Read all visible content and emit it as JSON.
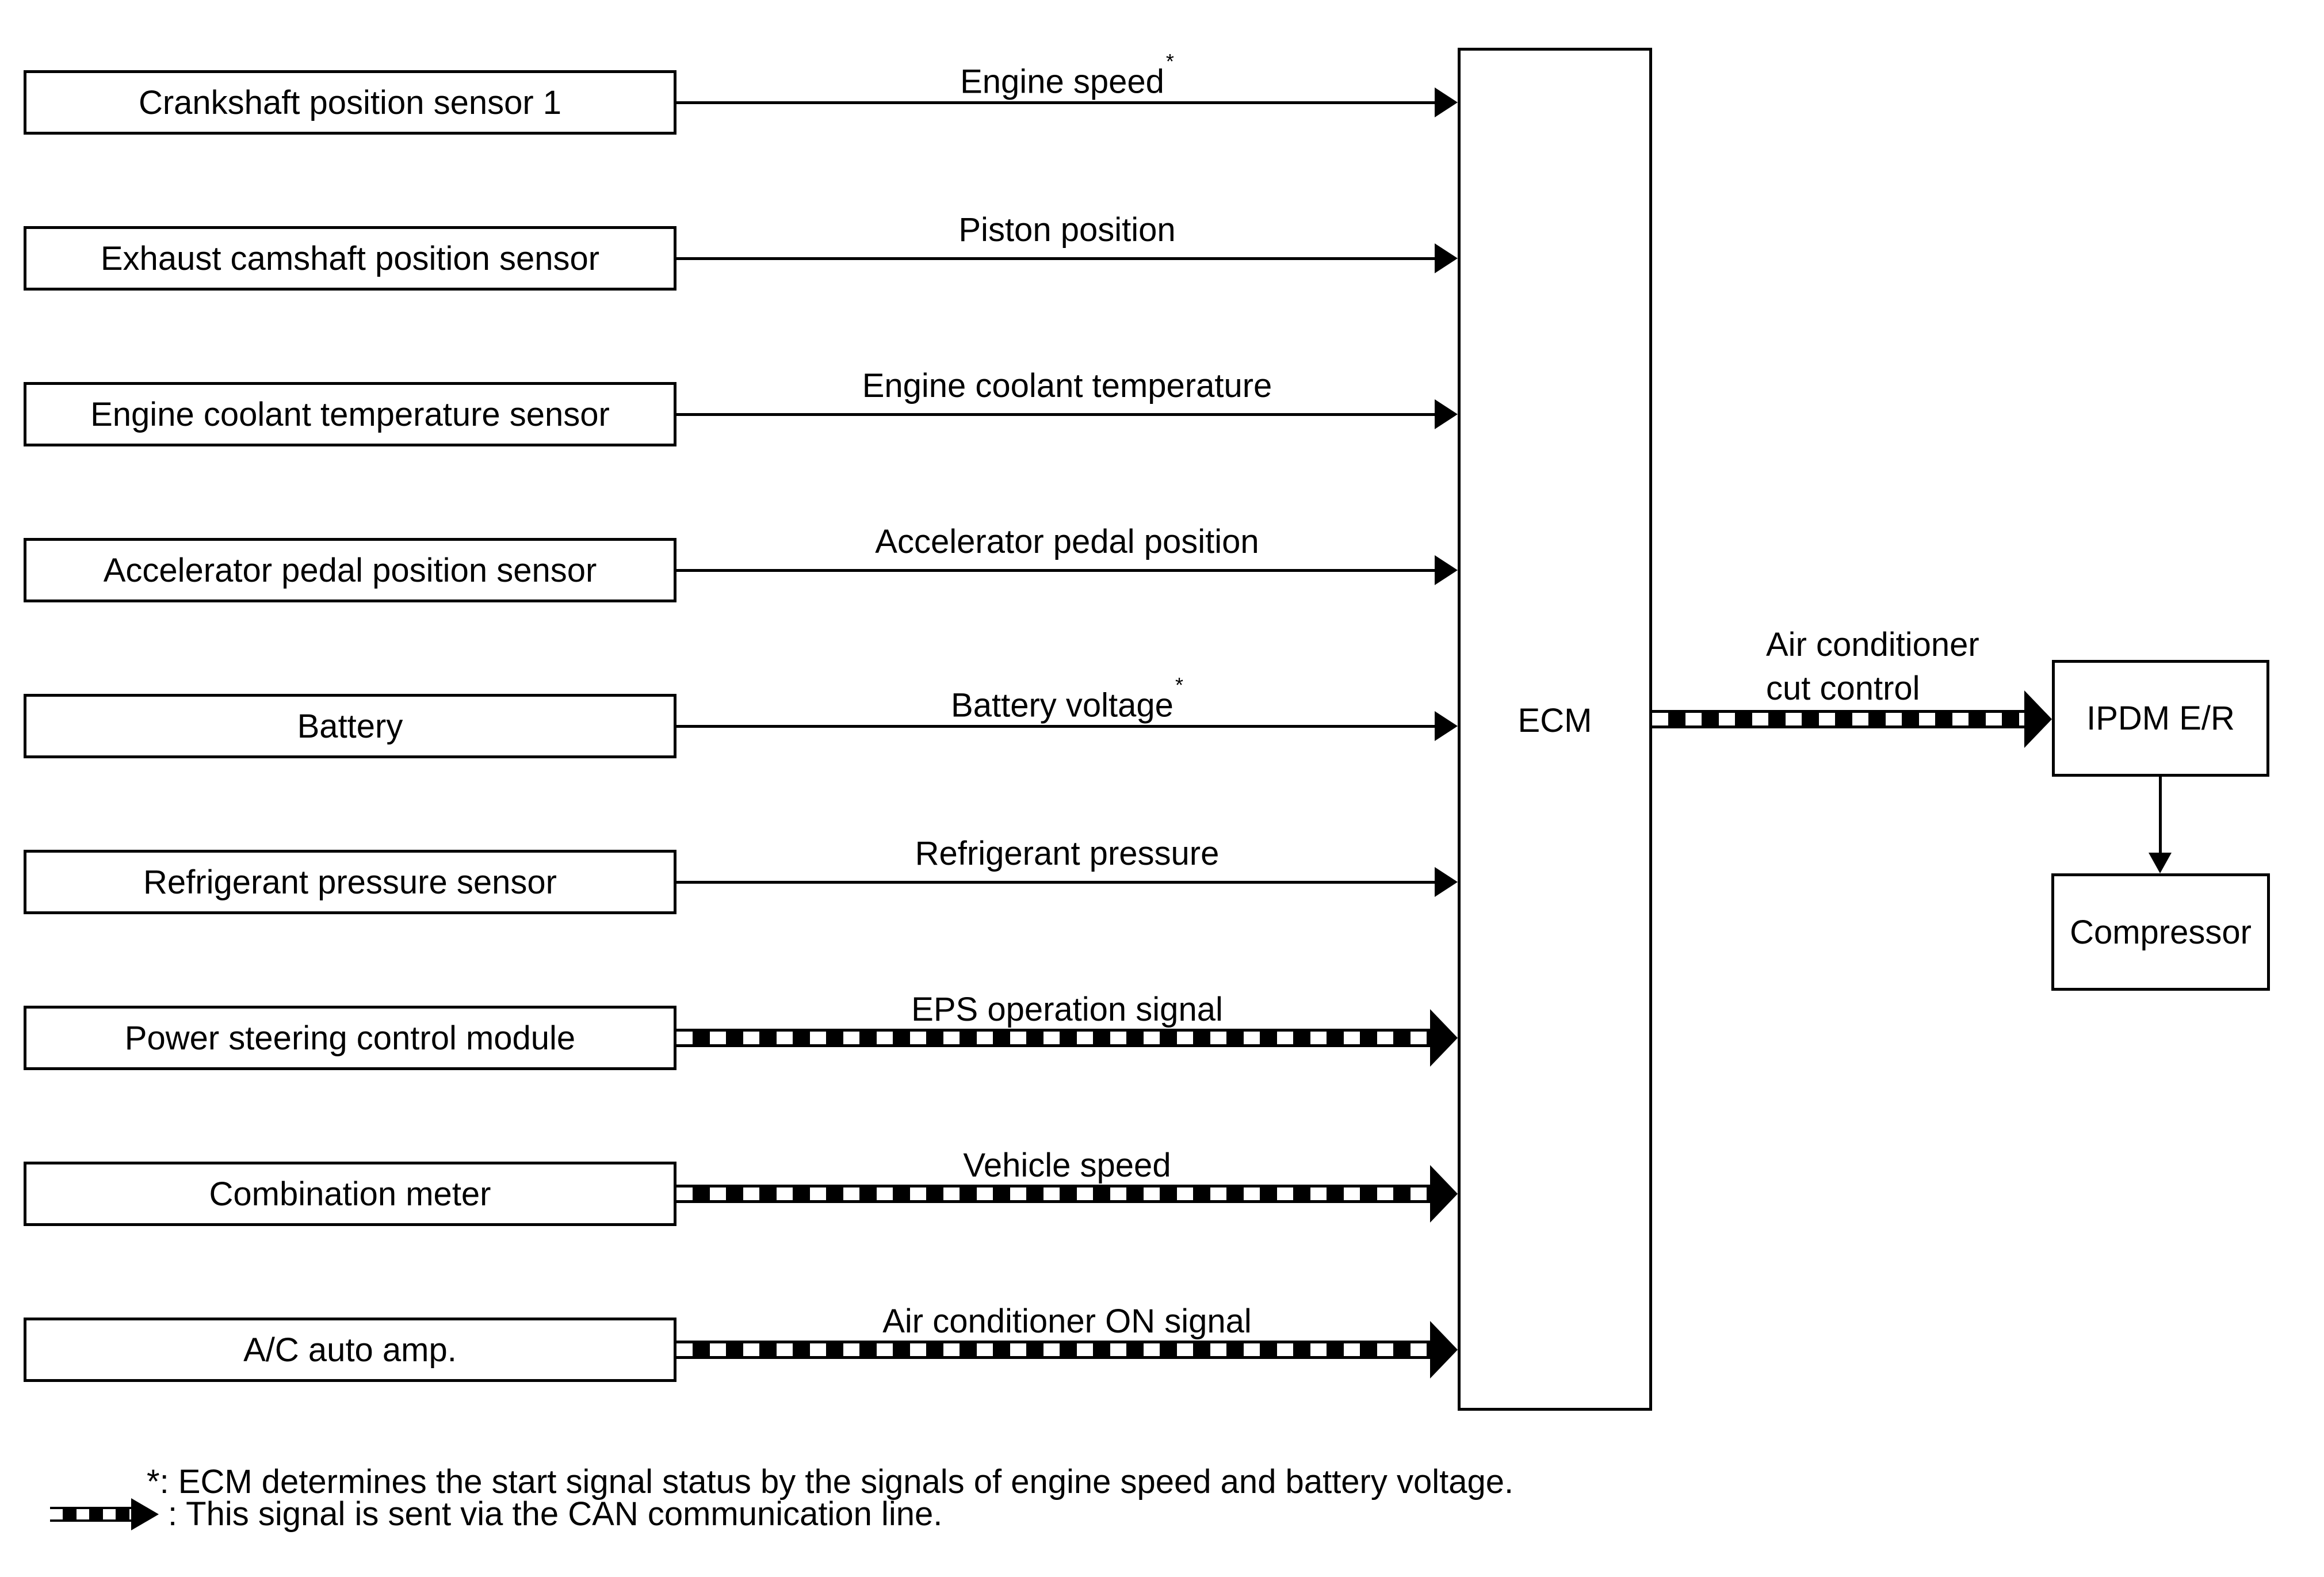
{
  "colors": {
    "ink": "#000000",
    "paper": "#ffffff"
  },
  "diagram": {
    "nodes": {
      "ecm": "ECM",
      "ipdm": "IPDM E/R",
      "compressor": "Compressor"
    },
    "rows": [
      {
        "source": "Crankshaft position sensor 1",
        "signal": "Engine speed",
        "sup": "*",
        "can": false
      },
      {
        "source": "Exhaust camshaft position sensor",
        "signal": "Piston position",
        "sup": "",
        "can": false
      },
      {
        "source": "Engine coolant temperature sensor",
        "signal": "Engine coolant temperature",
        "sup": "",
        "can": false
      },
      {
        "source": "Accelerator pedal position sensor",
        "signal": "Accelerator pedal position",
        "sup": "",
        "can": false
      },
      {
        "source": "Battery",
        "signal": "Battery voltage",
        "sup": "*",
        "can": false
      },
      {
        "source": "Refrigerant pressure sensor",
        "signal": "Refrigerant pressure",
        "sup": "",
        "can": false
      },
      {
        "source": "Power steering control module",
        "signal": "EPS operation signal",
        "sup": "",
        "can": true
      },
      {
        "source": "Combination meter",
        "signal": "Vehicle speed",
        "sup": "",
        "can": true
      },
      {
        "source": "A/C auto amp.",
        "signal": "Air conditioner ON signal",
        "sup": "",
        "can": true
      }
    ],
    "output": {
      "label_line1": "Air conditioner",
      "label_line2": "cut control"
    },
    "notes": {
      "asterisk_note": "*: ECM determines the start signal status by the signals of engine speed and battery voltage.",
      "can_note": ": This signal is sent via the CAN communication line."
    }
  }
}
